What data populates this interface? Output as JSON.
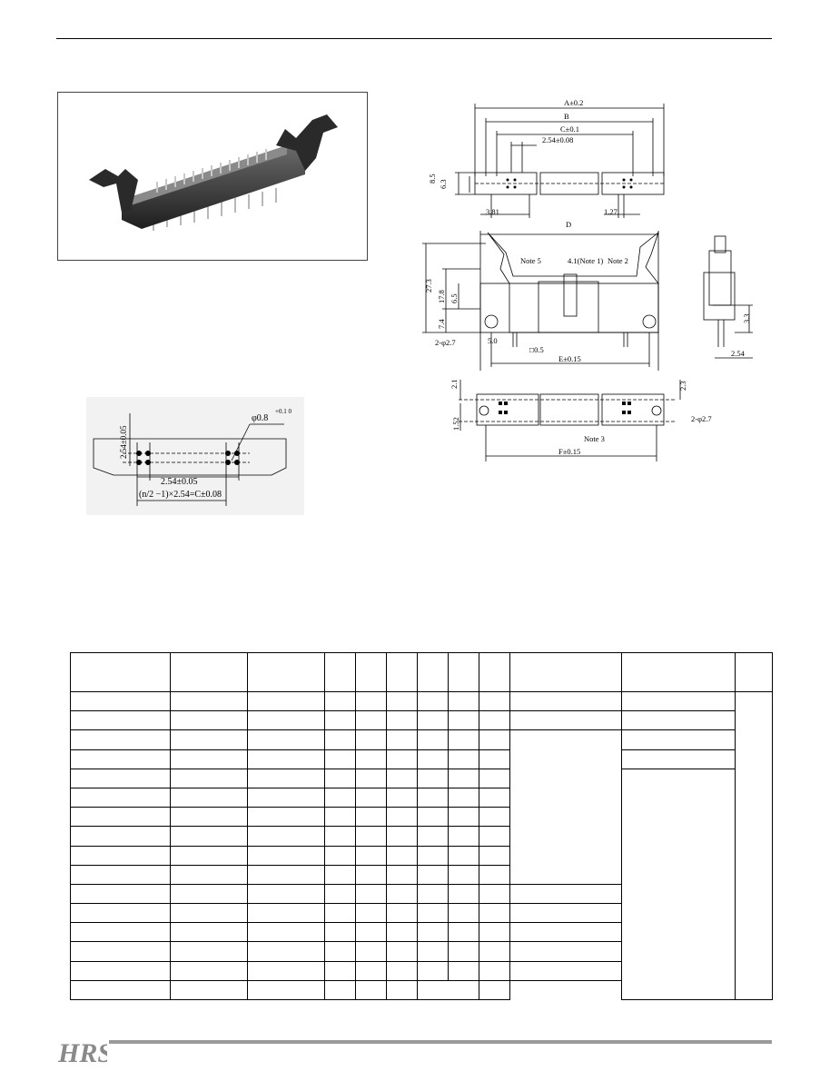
{
  "drawing": {
    "dim_a": "A±0.2",
    "dim_b": "B",
    "dim_c": "C±0.1",
    "dim_pitch": "2.54±0.08",
    "dim_85": "8.5",
    "dim_63": "6.3",
    "dim_381": "3.81",
    "dim_127": "1.27",
    "dim_d": "D",
    "note5": "Note 5",
    "note1": "4.1(Note 1)",
    "note2": "Note 2",
    "dim_273": "27.3",
    "dim_178": "17.8",
    "dim_65": "6.5",
    "dim_74": "7.4",
    "hole_27": "2-φ2.7",
    "dim_50": "5.0",
    "pin_05": "□0.5",
    "dim_e": "E±0.15",
    "dim_33": "3.3",
    "dim_254": "2.54",
    "dim_21": "2.1",
    "dim_23": "2.3",
    "dim_152": "1.52",
    "hole_27b": "2-φ2.7",
    "note3": "Note 3",
    "dim_f": "F±0.15"
  },
  "pcb": {
    "hole": "φ0.8",
    "hole_tol": "+0.1 0",
    "pitch_v": "2.54±0.05",
    "pitch_h": "2.54±0.05",
    "formula": "(n/2 −1)×2.54=C±0.08"
  },
  "logo": "HRS"
}
